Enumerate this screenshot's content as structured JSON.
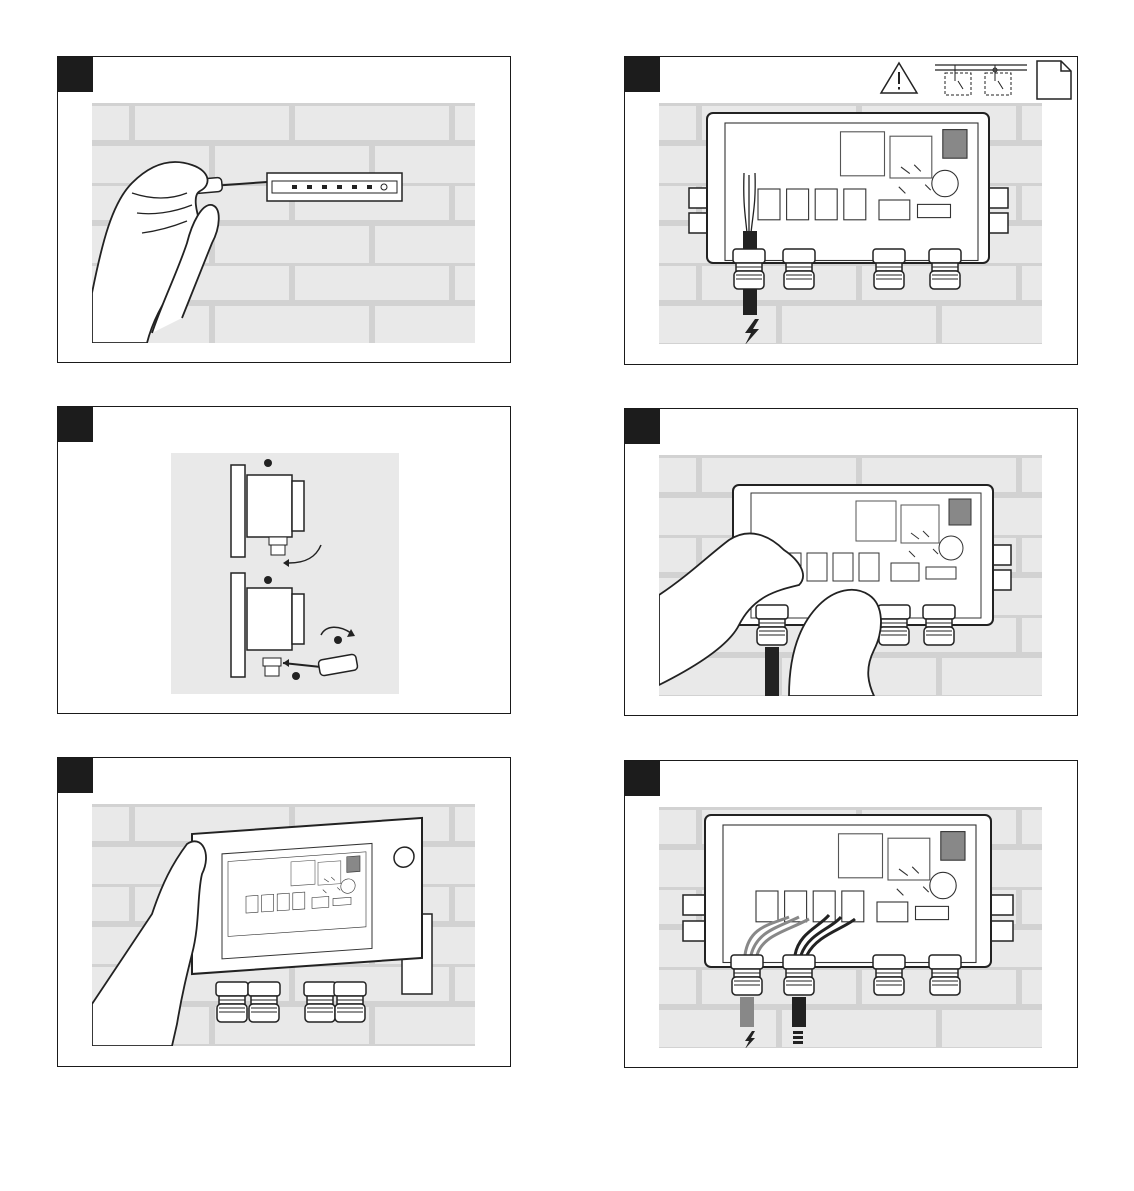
{
  "document": {
    "type": "installation-instructions-sheet",
    "panels": [
      {
        "id": 1,
        "scene": "screwing-din-rail-to-wall"
      },
      {
        "id": 2,
        "scene": "clipping-enclosure-onto-din-rail"
      },
      {
        "id": 3,
        "scene": "holding-opened-enclosure"
      },
      {
        "id": 4,
        "scene": "power-cable-through-gland",
        "icons": [
          "warning-icon",
          "wiring-diagram-icon",
          "document-icon"
        ]
      },
      {
        "id": 5,
        "scene": "tightening-cable-gland"
      },
      {
        "id": 6,
        "scene": "power-and-sensor-cables-connected",
        "icons": [
          "lightning-icon",
          "sensor-icon"
        ]
      }
    ]
  },
  "colors": {
    "wall": "#e8e8e8",
    "wall_lines": "#d4d4d4",
    "ink": "#1a1a1a",
    "badge": "#1c1c1c"
  }
}
